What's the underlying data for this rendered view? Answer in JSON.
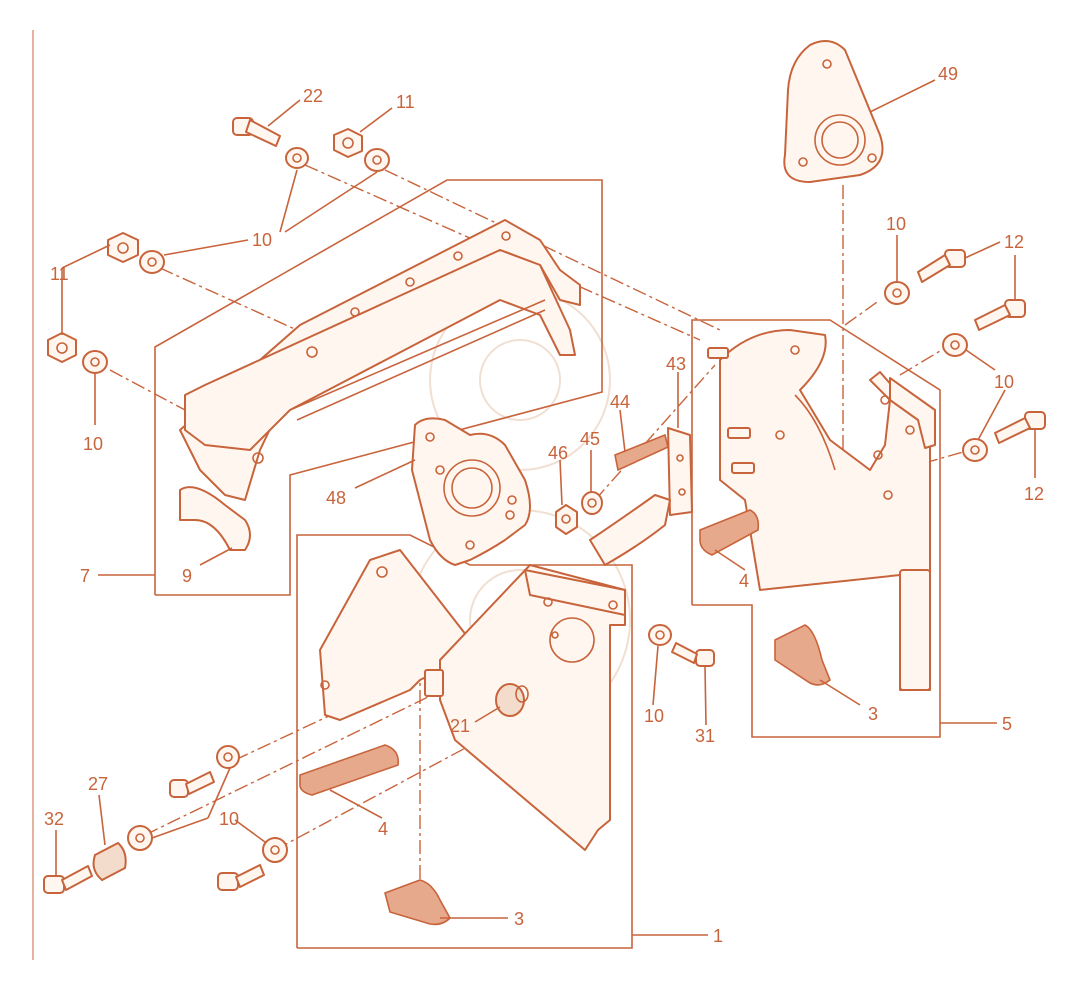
{
  "colors": {
    "ink": "#c8643c",
    "paper": "#ffffff",
    "fill": "#fff7ef"
  },
  "callouts": [
    {
      "id": "c22",
      "text": "22"
    },
    {
      "id": "c11a",
      "text": "11"
    },
    {
      "id": "c10a",
      "text": "10"
    },
    {
      "id": "c11b",
      "text": "11"
    },
    {
      "id": "c10b",
      "text": "10"
    },
    {
      "id": "c7",
      "text": "7"
    },
    {
      "id": "c9",
      "text": "9"
    },
    {
      "id": "c49",
      "text": "49"
    },
    {
      "id": "c10c",
      "text": "10"
    },
    {
      "id": "c12a",
      "text": "12"
    },
    {
      "id": "c10d",
      "text": "10"
    },
    {
      "id": "c12b",
      "text": "12"
    },
    {
      "id": "c43",
      "text": "43"
    },
    {
      "id": "c44",
      "text": "44"
    },
    {
      "id": "c45",
      "text": "45"
    },
    {
      "id": "c46",
      "text": "46"
    },
    {
      "id": "c48",
      "text": "48"
    },
    {
      "id": "c4a",
      "text": "4"
    },
    {
      "id": "c3a",
      "text": "3"
    },
    {
      "id": "c5",
      "text": "5"
    },
    {
      "id": "c10e",
      "text": "10"
    },
    {
      "id": "c31",
      "text": "31"
    },
    {
      "id": "c21",
      "text": "21"
    },
    {
      "id": "c4b",
      "text": "4"
    },
    {
      "id": "c10f",
      "text": "10"
    },
    {
      "id": "c27",
      "text": "27"
    },
    {
      "id": "c32",
      "text": "32"
    },
    {
      "id": "c3b",
      "text": "3"
    },
    {
      "id": "c1",
      "text": "1"
    }
  ]
}
